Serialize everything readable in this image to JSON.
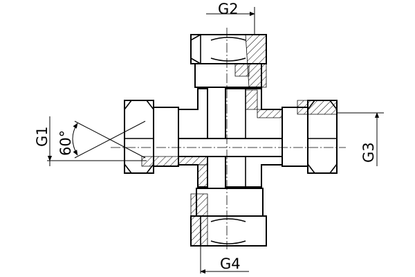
{
  "labels": {
    "g1": "G1",
    "g2": "G2",
    "g3": "G3",
    "g4": "G4",
    "angle": "60°"
  }
}
